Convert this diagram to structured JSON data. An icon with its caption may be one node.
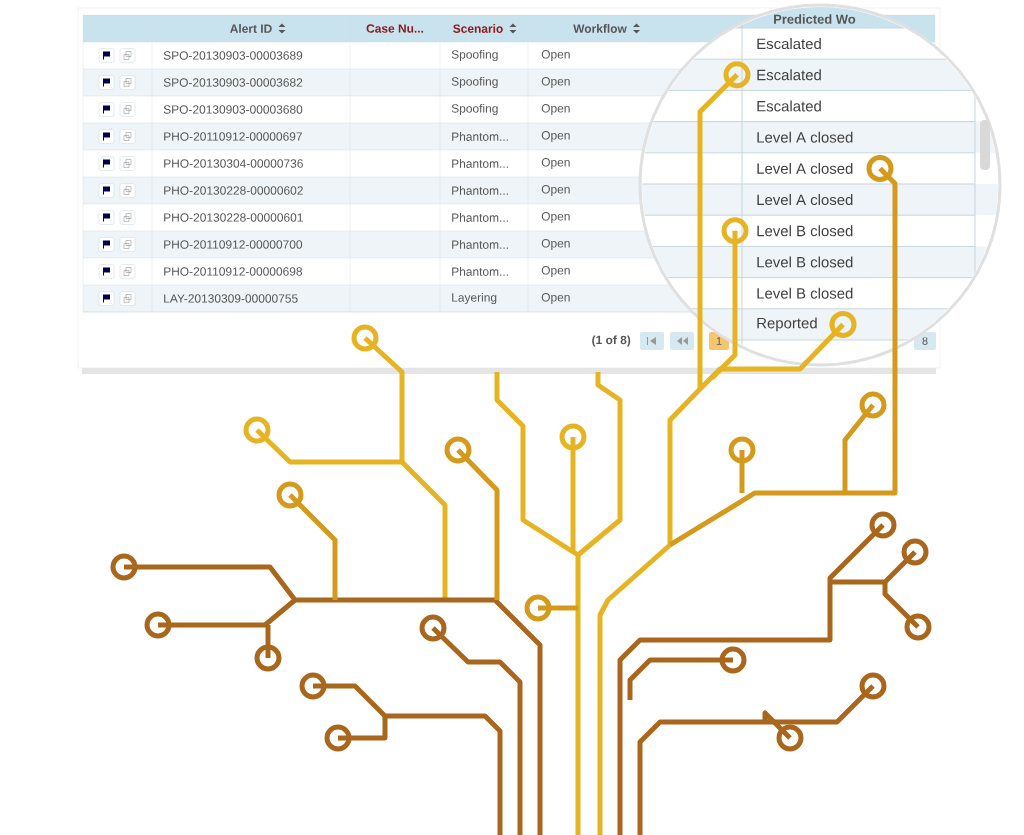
{
  "diagram": {
    "labels": [
      "Alert ID",
      "Case Nu...",
      "Scenario",
      "Workflow",
      "Predicted Wo",
      "SPO-20130903-00003689",
      "Spoofing",
      "Open",
      "Escalated",
      "SPO-20130903-00003682",
      "Spoofing",
      "Open",
      "Escalated",
      "SPO-20130903-00003680",
      "Spoofing",
      "Open",
      "Escalated",
      "PHO-20110912-00000697",
      "Phantom...",
      "Open",
      "Level A closed",
      "PHO-20130304-00000736",
      "Phantom...",
      "Open",
      "Level A closed",
      "PHO-20130228-00000602",
      "Phantom...",
      "Open",
      "Level A closed",
      "PHO-20130228-00000601",
      "Phantom...",
      "Open",
      "Level B closed",
      "PHO-20110912-00000700",
      "Phantom...",
      "Open",
      "Level B closed",
      "PHO-20110912-00000698",
      "Phantom...",
      "Open",
      "Level B closed",
      "LAY-20130309-00000755",
      "Layering",
      "Open",
      "Reported",
      "(1 of 8)",
      "1",
      "8"
    ]
  }
}
